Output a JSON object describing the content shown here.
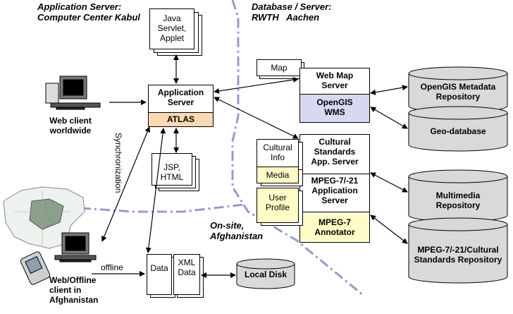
{
  "zones": {
    "app_server": "Application Server:\nComputer Center Kabul",
    "db_server": "Database / Server:\nRWTH   Aachen",
    "onsite": "On-site,\nAfghanistan"
  },
  "nodes": {
    "java_servlet": "Java\nServlet,\nApplet",
    "app_server_title": "Application\nServer",
    "atlas": "ATLAS",
    "jsp_html": "JSP,\nHTML",
    "map_doc": "Map",
    "web_map_server": "Web Map\nServer",
    "opengis_wms": "OpenGIS\nWMS",
    "cultural_info": "Cultural\nInfo",
    "media": "Media",
    "user_profile": "User\nProfile",
    "cultural_standards": "Cultural\nStandards\nApp. Server",
    "mpeg_app_server": "MPEG-7/-21\nApplication\nServer",
    "mpeg_annotator": "MPEG-7\nAnnotator",
    "data_doc": "Data",
    "xml_data": "XML\nData",
    "local_disk": "Local Disk"
  },
  "databases": {
    "opengis_metadata": "OpenGIS Metadata\nRepository",
    "geo_database": "Geo-database",
    "multimedia": "Multimedia\nRepository",
    "mpeg_cultural": "MPEG-7/-21/Cultural\nStandards Repository"
  },
  "clients": {
    "web_client": "Web client\nworldwide",
    "offline_client": "Web/Offline\nclient in\nAfghanistan"
  },
  "edges": {
    "synchronization": "Synchronization",
    "offline": "offline"
  },
  "colors": {
    "atlas_fill": "#fcd9b4",
    "wms_fill": "#d8d8f0",
    "media_fill": "#fffcc8",
    "annotator_fill": "#fffcc8",
    "db_fill": "#d9d9d9",
    "dash_line": "#9999cc"
  }
}
